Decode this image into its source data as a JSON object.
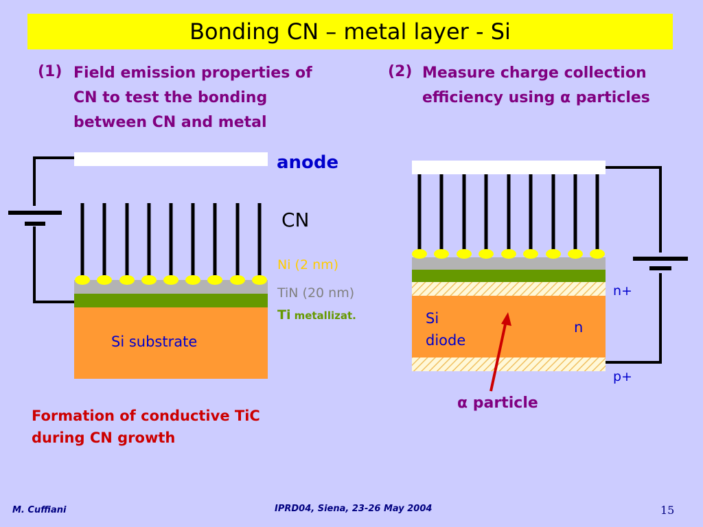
{
  "title": "Bonding CN – metal layer - Si",
  "item1": {
    "number": "(1)",
    "lines": [
      "Field emission properties of",
      "CN to test the bonding",
      "between CN and metal"
    ]
  },
  "item2": {
    "number": "(2)",
    "lines": [
      "Measure charge collection",
      "efficiency using α particles"
    ]
  },
  "left_diagram": {
    "anode_label": "anode",
    "cn_label": "CN",
    "ni_label": "Ni (2 nm)",
    "tin_label": "TiN (20 nm)",
    "ti_label_bold": "Ti",
    "ti_label_rest": "metallizat.",
    "substrate_label": "Si substrate"
  },
  "right_diagram": {
    "si_label": "Si",
    "diode_label": "diode",
    "n_label": "n",
    "nplus_label": "n+",
    "pplus_label": "p+",
    "particle_label": "α particle"
  },
  "note": {
    "lines": [
      "Formation of conductive TiC",
      "during CN growth"
    ]
  },
  "footer": {
    "author": "M. Cuffiani",
    "conference": "IPRD04, Siena, 23-26 May 2004",
    "page": "15"
  },
  "colors": {
    "title_bg": "#ffff00",
    "background": "#ccccff",
    "substrate": "#ff9933",
    "metal_gray": "#b3b3b3",
    "metal_green": "#669900",
    "nickel_dots": "#ffff00",
    "text_purple": "#800080",
    "text_blue": "#0000cc",
    "text_red": "#cc0000",
    "arrow": "#cc0000"
  },
  "icons": {
    "battery": "battery-symbol",
    "alpha_arrow": "arrow-up-icon"
  }
}
